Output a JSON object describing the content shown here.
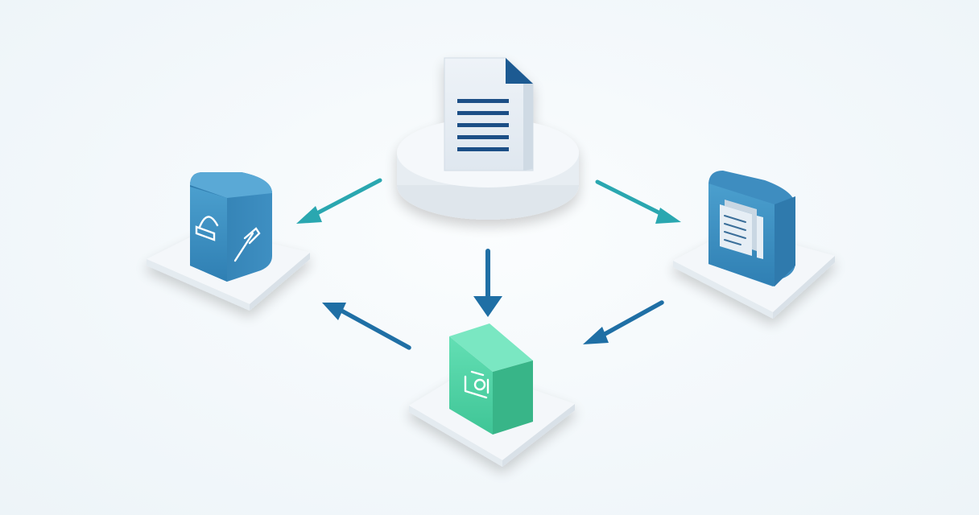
{
  "diagram": {
    "nodes": [
      {
        "id": "source-document",
        "icon": "document-lines-icon",
        "color": "#e6eef5"
      },
      {
        "id": "left-module",
        "icon": "tools-icon",
        "color": "#3a8fc0"
      },
      {
        "id": "right-module",
        "icon": "documents-icon",
        "color": "#4a97c9"
      },
      {
        "id": "bottom-module",
        "icon": "camera-icon",
        "color": "#4fd0a1"
      }
    ],
    "edges": [
      {
        "from": "source-document",
        "to": "left-module"
      },
      {
        "from": "source-document",
        "to": "right-module"
      },
      {
        "from": "source-document",
        "to": "bottom-module"
      },
      {
        "from": "right-module",
        "to": "bottom-module"
      },
      {
        "from": "bottom-module",
        "to": "left-module"
      }
    ],
    "colors": {
      "arrow_teal": "#2aa7b0",
      "arrow_blue": "#1f6fa5",
      "platform": "#eef3f7",
      "doc_lines": "#1e4f86"
    }
  }
}
